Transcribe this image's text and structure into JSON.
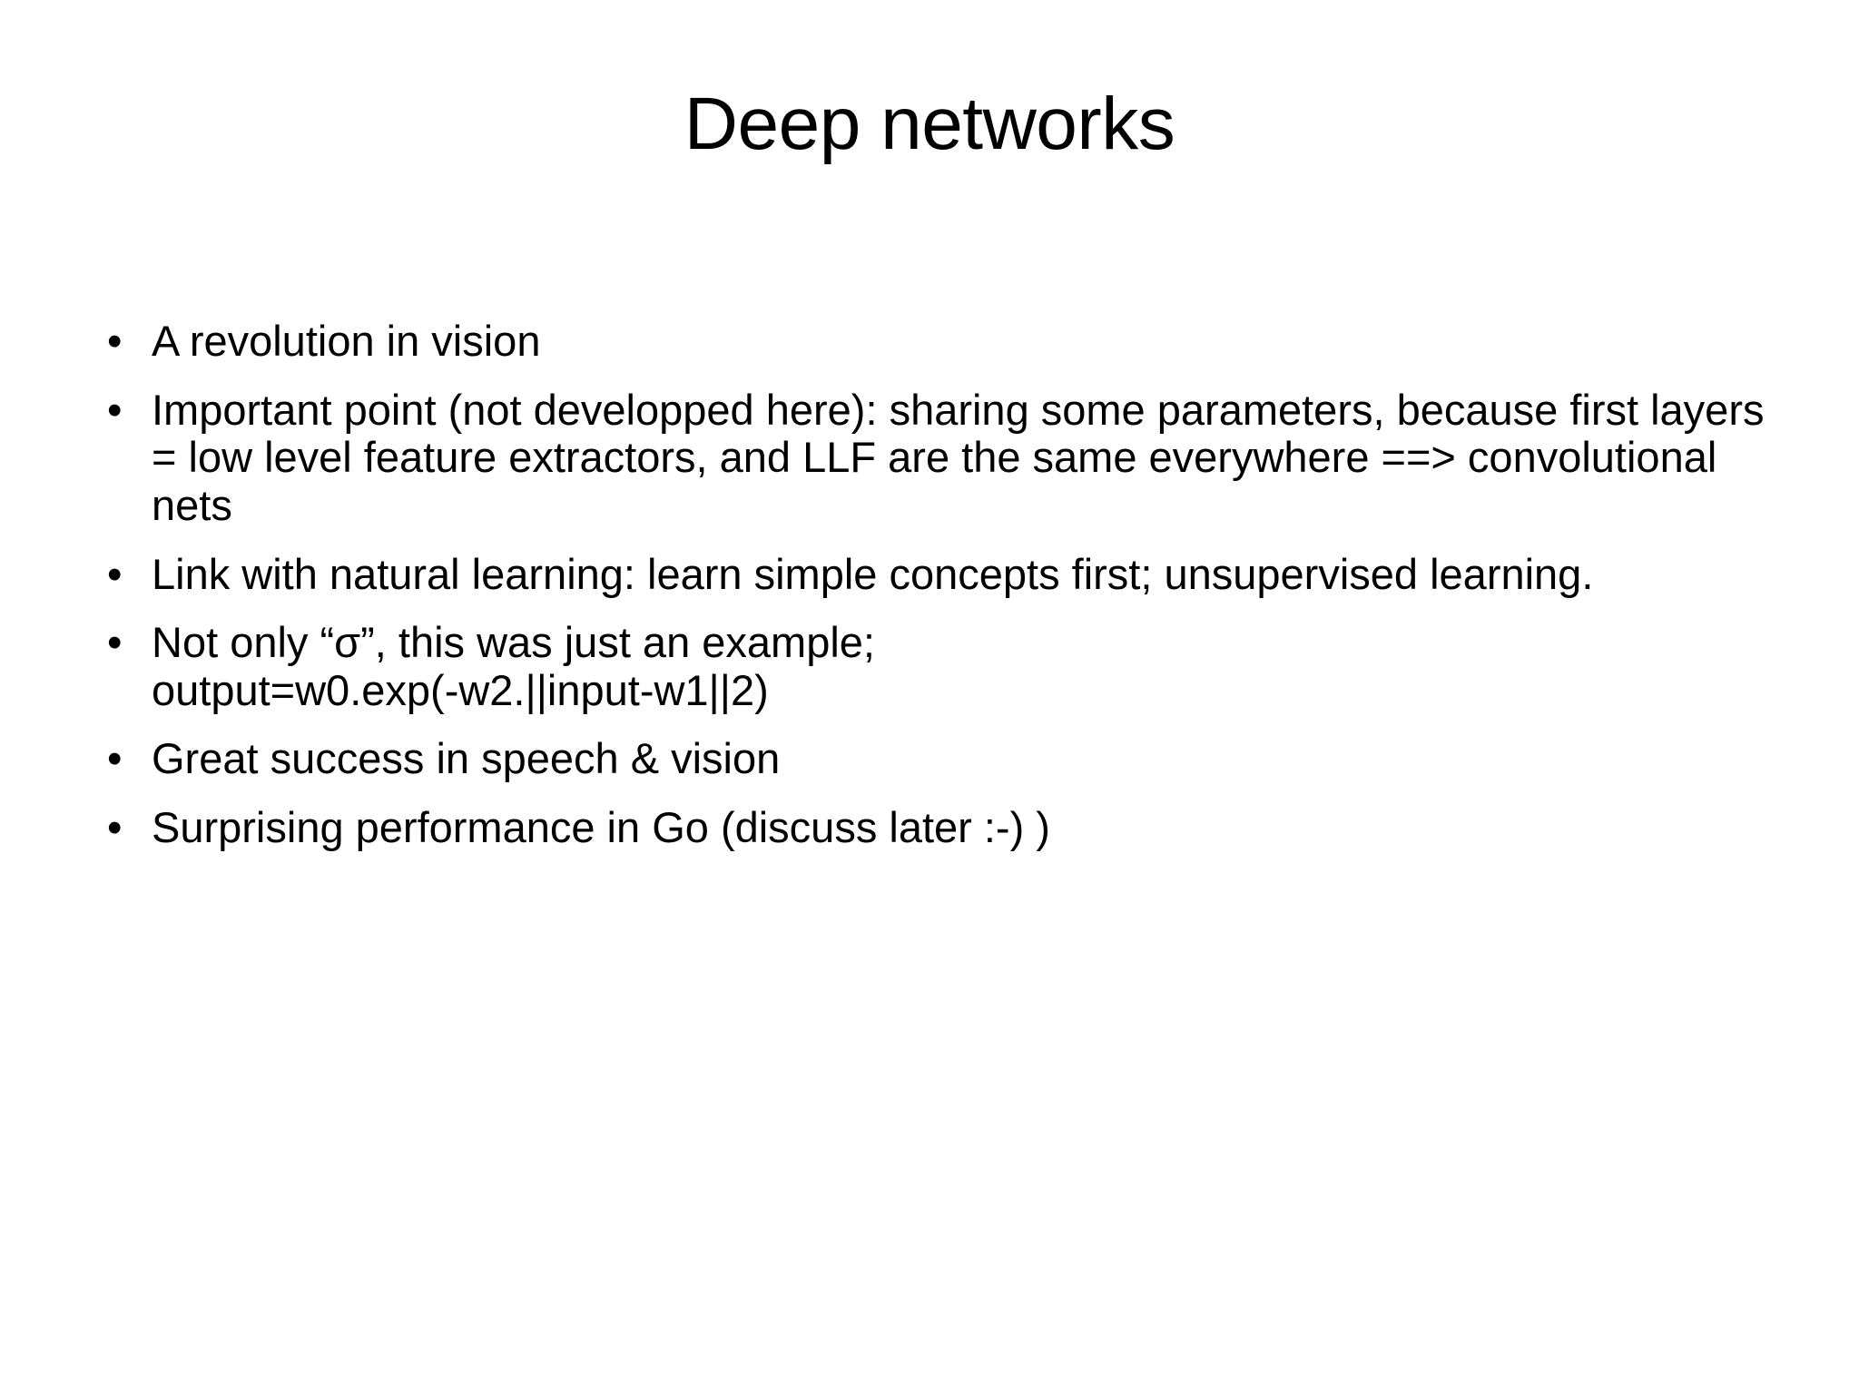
{
  "slide": {
    "title": "Deep networks",
    "background_color": "#ffffff",
    "text_color": "#000000",
    "bullet_glyph": "•",
    "bullets": [
      {
        "text": "A revolution in vision"
      },
      {
        "text": "Important point (not developped here): sharing some parameters, because first layers = low level feature extractors, and LLF are the same everywhere ==> convolutional nets"
      },
      {
        "text": "Link with natural learning: learn simple concepts first; unsupervised learning."
      },
      {
        "text": "Not only “σ”, this was just an example;\noutput=w0.exp(-w2.||input-w1||2)"
      },
      {
        "text": "Great success in speech & vision"
      },
      {
        "text": "Surprising performance in Go (discuss later :-) )"
      }
    ]
  }
}
